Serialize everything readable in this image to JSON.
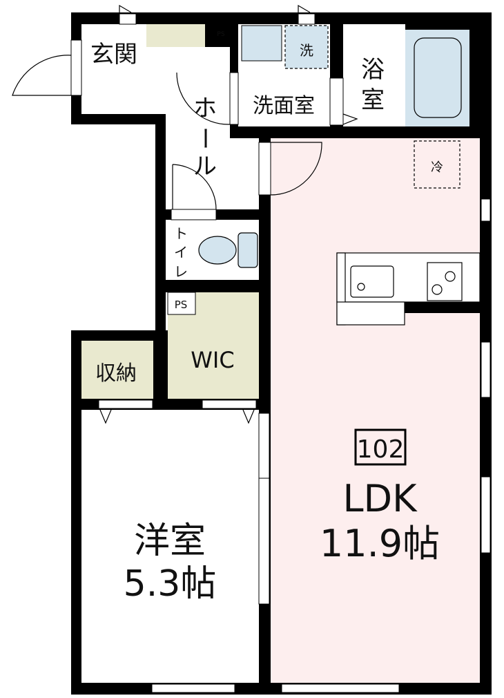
{
  "unit_number": "102",
  "colors": {
    "wall": "#000000",
    "ldk_floor": "#fdeeee",
    "storage_floor": "#e9e9cf",
    "fixture_blue": "#d3e4ee"
  },
  "rooms": {
    "entrance": "玄関",
    "hall_1": "ホ",
    "hall_2": "ー",
    "hall_3": "ル",
    "washroom": "洗面室",
    "washer": "洗",
    "bath_1": "浴",
    "bath_2": "室",
    "toilet_1": "ト",
    "toilet_2": "イ",
    "toilet_3": "レ",
    "ps_small": "PS",
    "ps": "PS",
    "wic": "WIC",
    "storage": "収納",
    "fridge": "冷",
    "western_room": "洋室",
    "western_size": "5.3帖",
    "ldk": "LDK",
    "ldk_size": "11.9帖"
  }
}
